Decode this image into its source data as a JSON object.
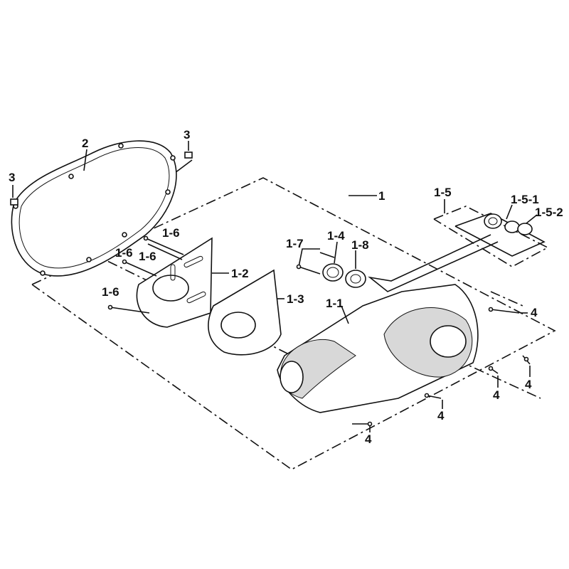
{
  "labels": {
    "l1": "1",
    "l2": "2",
    "l3a": "3",
    "l3b": "3",
    "l4a": "4",
    "l4b": "4",
    "l4c": "4",
    "l4d": "4",
    "l4e": "4",
    "l11": "1-1",
    "l12": "1-2",
    "l13": "1-3",
    "l14": "1-4",
    "l15": "1-5",
    "l151": "1-5-1",
    "l152": "1-5-2",
    "l16a": "1-6",
    "l16b": "1-6",
    "l16c": "1-6",
    "l16d": "1-6",
    "l17": "1-7",
    "l18": "1-8"
  }
}
